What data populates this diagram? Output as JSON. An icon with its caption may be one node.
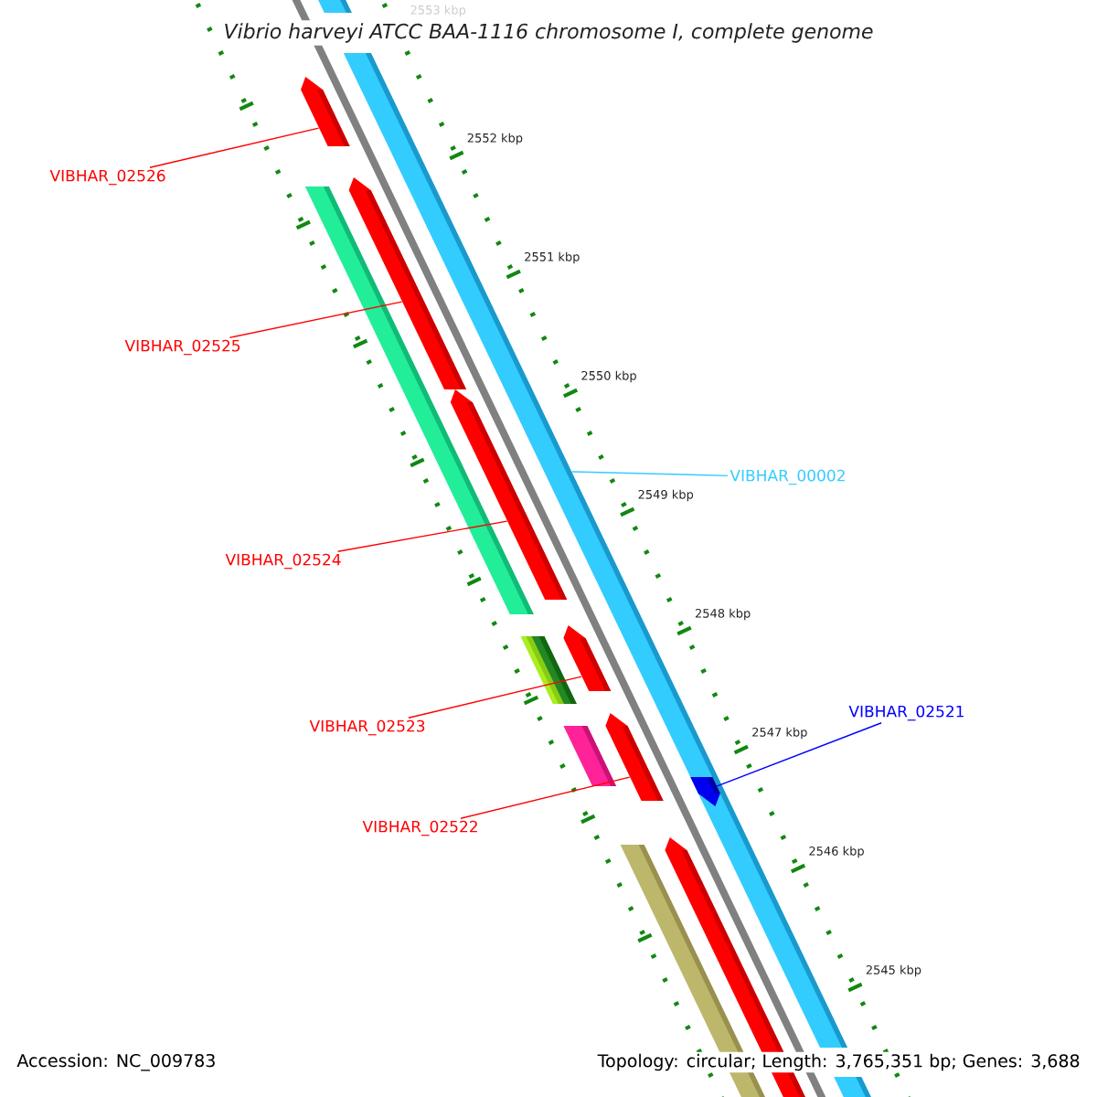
{
  "diagram": {
    "title": "Vibrio harveyi ATCC BAA-1116 chromosome I, complete genome",
    "nodes": [
      {
        "text": [
          "VIBHAR_02526"
        ]
      },
      {
        "text": [],
        "shape": "bar"
      },
      {
        "text": [
          "VIBHAR_02525"
        ]
      },
      {
        "text": [],
        "shape": "bar"
      },
      {
        "text": [
          "VIBHAR_00002"
        ]
      },
      {
        "text": [],
        "shape": "bar"
      },
      {
        "text": [
          "VIBHAR_02524"
        ]
      },
      {
        "text": [],
        "shape": "bar"
      },
      {
        "text": [
          "VIBHAR_02523"
        ]
      },
      {
        "text": [],
        "shape": "bar"
      },
      {
        "text": [
          "VIBHAR_02521"
        ]
      },
      {
        "text": [],
        "shape": "bar",
        "in": 5
      },
      {
        "text": [
          "VIBHAR_02522"
        ]
      },
      {
        "text": [],
        "shape": "bar"
      }
    ],
    "edges": [
      {
        "from": 0,
        "to": 1,
        "arrow": "none"
      },
      {
        "from": 2,
        "to": 3,
        "arrow": "none"
      },
      {
        "from": 4,
        "to": 5,
        "arrow": "none",
        "color": "#33ccff"
      },
      {
        "from": 6,
        "to": 7,
        "arrow": "none"
      },
      {
        "from": 8,
        "to": 9,
        "arrow": "none"
      },
      {
        "from": 10,
        "to": 11,
        "arrow": "none",
        "color": "#0000ff"
      },
      {
        "from": 12,
        "to": 13,
        "arrow": "none"
      }
    ],
    "labels": [
      "2553 kbp",
      "2552 kbp",
      "2551 kbp",
      "2550 kbp",
      "2549 kbp",
      "2548 kbp",
      "2547 kbp",
      "2546 kbp",
      "2545 kbp",
      "Accession: NC_009783",
      "Topology: circular; Length: 3,765,351 bp; Genes: 3,688"
    ]
  }
}
